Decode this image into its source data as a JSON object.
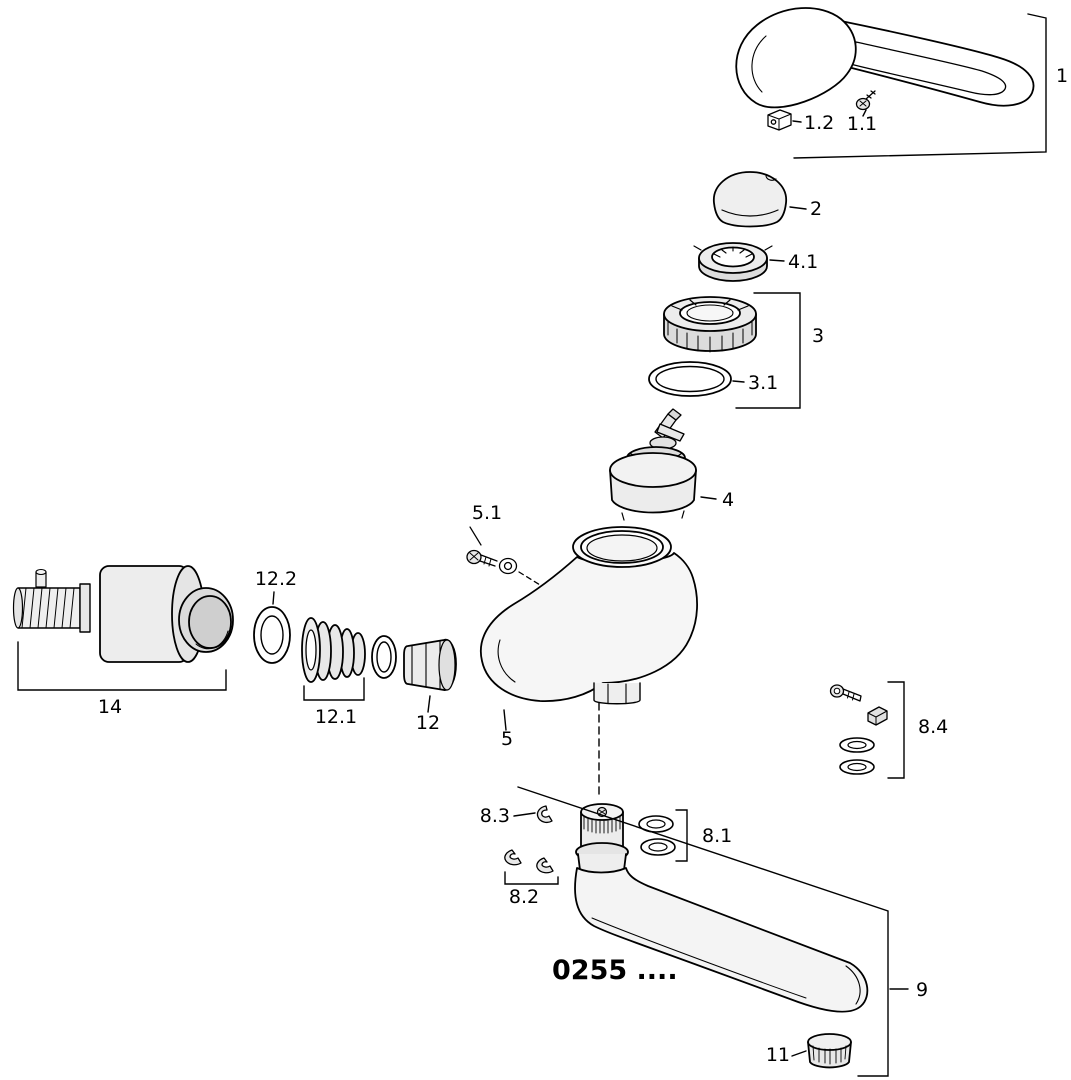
{
  "diagram": {
    "product_code": "0255 ....",
    "colors": {
      "background": "#ffffff",
      "line": "#000000"
    },
    "labels": {
      "p1": "1",
      "p1_1": "1.1",
      "p1_2": "1.2",
      "p2": "2",
      "p3": "3",
      "p3_1": "3.1",
      "p4": "4",
      "p4_1": "4.1",
      "p5": "5",
      "p5_1": "5.1",
      "p8_1": "8.1",
      "p8_2": "8.2",
      "p8_3": "8.3",
      "p8_4": "8.4",
      "p9": "9",
      "p11": "11",
      "p12": "12",
      "p12_1": "12.1",
      "p12_2": "12.2",
      "p14": "14"
    }
  }
}
